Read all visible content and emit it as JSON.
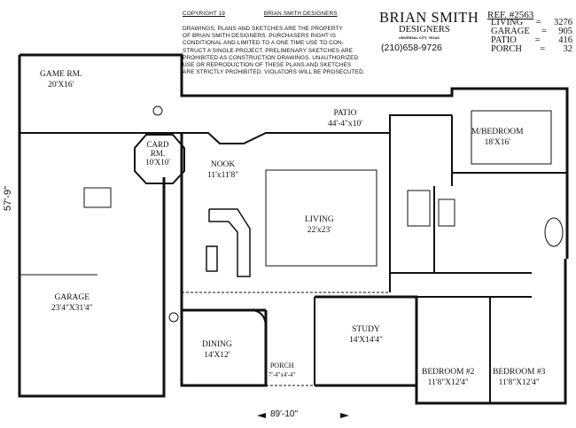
{
  "header": {
    "copyright": "COPYRIGHT 19",
    "copyright_owner": "BRIAN SMITH DESIGNERS",
    "notice_lines": [
      "DRAWINGS, PLANS AND SKETCHES ARE THE PROPERTY",
      "OF BRIAN SMITH DESIGNERS.  PURCHASERS RIGHT IS",
      "CONDITIONAL AND LIMITED TO A ONE TIME USE TO CON-",
      "STRUCT A SINGLE PROJECT.  PRELIMENARY SKETCHES ARE",
      "PROHIBITED AS CONSTRUCTION DRAWINGS.  UNAUTHORIZED",
      "USE OR REPRODUCTION OF THESE PLANS AND SKETCHES",
      "ARE STRICTLY PROHIBITED.  VIOLATORS WILL BE PROSECUTED."
    ],
    "brand_name": "BRIAN SMITH",
    "brand_sub": "DESIGNERS",
    "brand_location": "UNIVERSAL CITY, TEXAS",
    "phone": "(210)658-9726",
    "ref": "REF. #2563",
    "areas": [
      {
        "label": "LIVING",
        "value": "3276"
      },
      {
        "label": "GARAGE",
        "value": "905"
      },
      {
        "label": "PATIO",
        "value": "416"
      },
      {
        "label": "PORCH",
        "value": "32"
      }
    ]
  },
  "rooms": {
    "game": {
      "name": "GAME RM.",
      "size": "20'X16'"
    },
    "card": {
      "name": "CARD RM.",
      "size": "10'X10'"
    },
    "patio": {
      "name": "PATIO",
      "size": "44'-4\"x10'"
    },
    "master": {
      "name": "M/BEDROOM",
      "size": "18'X16'"
    },
    "nook": {
      "name": "NOOK",
      "size": "11'x11'8\""
    },
    "living": {
      "name": "LIVING",
      "size": "22'x23'"
    },
    "garage": {
      "name": "GARAGE",
      "size": "23'4\"X31'4\""
    },
    "dining": {
      "name": "DINING",
      "size": "14'X12'"
    },
    "porch": {
      "name": "PORCH",
      "size": "7'-4\"x4'-4\""
    },
    "study": {
      "name": "STUDY",
      "size": "14'X14'4\""
    },
    "bed2": {
      "name": "BEDROOM #2",
      "size": "11'8\"X12'4\""
    },
    "bed3": {
      "name": "BEDROOM #3",
      "size": "11'8\"X12'4\""
    }
  },
  "dimensions": {
    "width": "89'-10\"",
    "depth": "57'-9\""
  }
}
